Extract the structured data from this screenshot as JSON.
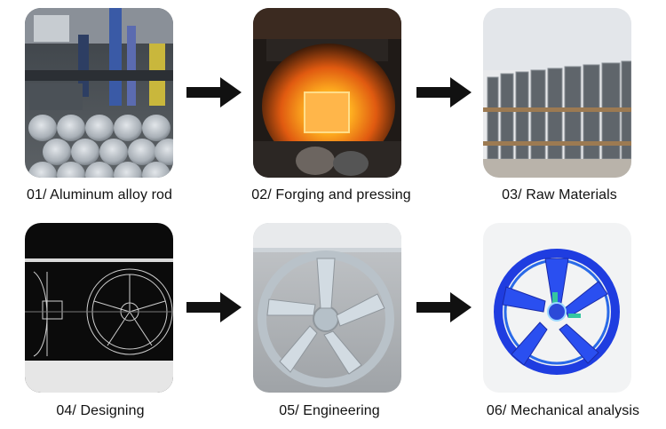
{
  "steps": [
    {
      "label": "01/ Aluminum alloy rod"
    },
    {
      "label": "02/ Forging and pressing"
    },
    {
      "label": "03/ Raw Materials"
    },
    {
      "label": "04/ Designing"
    },
    {
      "label": "05/ Engineering"
    },
    {
      "label": "06/ Mechanical analysis"
    }
  ]
}
